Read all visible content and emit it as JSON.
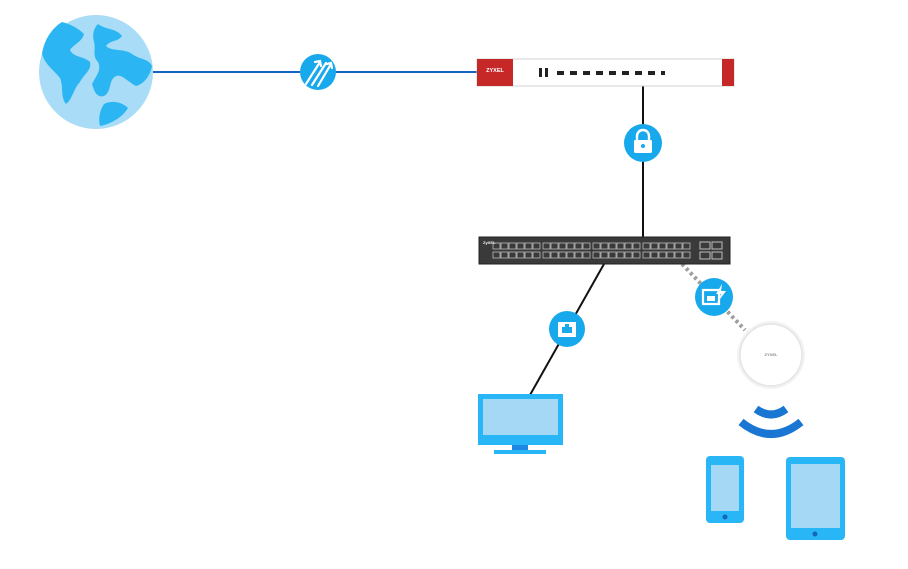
{
  "diagram": {
    "vendor_brand": "ZYXEL",
    "nodes": {
      "internet": {
        "icon": "globe-icon"
      },
      "firewall": {
        "icon": "firewall-appliance-icon",
        "brand": "ZYXEL"
      },
      "switch": {
        "icon": "network-switch-icon",
        "brand": "ZyXEL"
      },
      "access_point": {
        "icon": "wireless-access-point-icon",
        "brand": "ZYXEL"
      },
      "desktop": {
        "icon": "monitor-icon"
      },
      "phone": {
        "icon": "smartphone-icon"
      },
      "tablet": {
        "icon": "tablet-icon"
      }
    },
    "links": {
      "wan": {
        "badge_icon": "traffic-arrows-icon",
        "color": "#1565c0"
      },
      "lan": {
        "badge_icon": "lock-icon",
        "color": "#111111"
      },
      "wired": {
        "badge_icon": "ethernet-port-icon",
        "color": "#111111"
      },
      "poe": {
        "badge_icon": "poe-power-icon",
        "color": "#9e9e9e"
      },
      "wifi": {
        "badge_icon": "wifi-waves-icon",
        "color": "#1976d2"
      }
    },
    "colors": {
      "badge_blue": "#18a9ec",
      "globe_ocean": "#a9dcf7",
      "globe_land": "#2bb5f2",
      "firewall_red": "#c62828",
      "device_blue": "#29b6f6",
      "device_screen": "#a5d8f5",
      "switch_body": "#3a3a3a"
    }
  }
}
